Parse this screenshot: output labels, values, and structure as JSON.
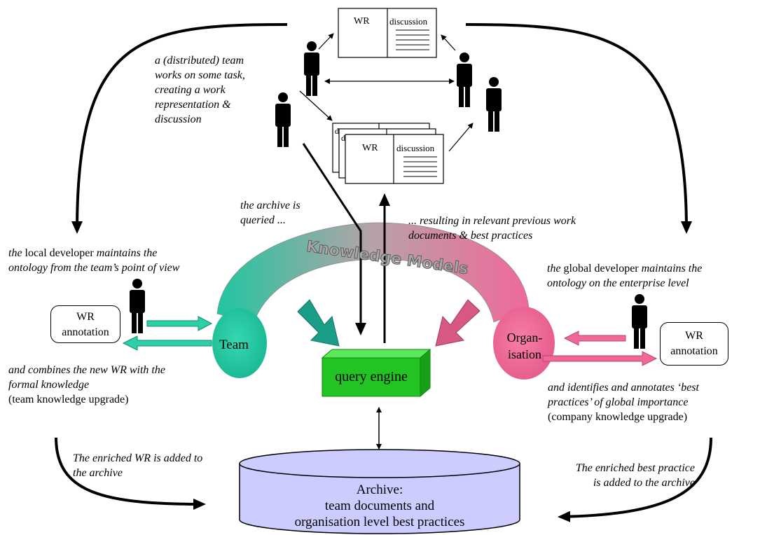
{
  "top_doc": {
    "left_label": "WR",
    "right_label": "discussion"
  },
  "stack_doc": {
    "back1": "d",
    "back2": "d",
    "left_label": "WR",
    "right_label": "discussion"
  },
  "captions": {
    "team_task": [
      "a (distributed) team",
      "works on some task,",
      "creating a work",
      "representation &",
      "discussion"
    ],
    "archive_queried": [
      "the archive is",
      "queried ..."
    ],
    "resulting": [
      "... resulting in relevant previous work",
      "documents & best practices"
    ],
    "local_dev": {
      "pre": "the",
      "role": " local developer ",
      "post": "maintains the",
      "line2": "ontology from the team’s point of view"
    },
    "global_dev": {
      "pre": "the",
      "role": " global developer ",
      "post": "maintains the",
      "line2": "ontology on the enterprise level"
    },
    "combines": [
      "and combines the new WR  with the",
      "formal knowledge"
    ],
    "team_upgrade": "(team knowledge upgrade)",
    "identifies": [
      "and identifies and annotates ‘best",
      "practices’ of global importance"
    ],
    "company_upgrade": "(company knowledge upgrade)",
    "enriched_wr": [
      "The enriched WR  is added to",
      "the archive"
    ],
    "enriched_bp": [
      "The enriched best practice",
      "is added to the archive"
    ]
  },
  "annotation_left": [
    "WR",
    "annotation"
  ],
  "annotation_right": [
    "WR",
    "annotation"
  ],
  "knowledge_models": "Knowledge Models",
  "team_label": "Team",
  "org_label": [
    "Organ-",
    "isation"
  ],
  "query_engine": "query engine",
  "archive": [
    "Archive:",
    "team documents and",
    "organisation level best practices"
  ],
  "colors": {
    "team": "#1fc6a0",
    "organisation": "#f0689a",
    "engine": "#22c322",
    "archive": "#ccccff"
  }
}
